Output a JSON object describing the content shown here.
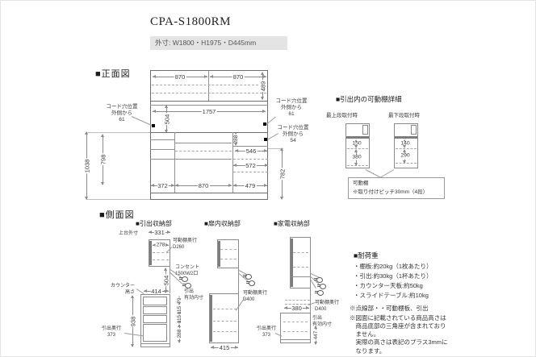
{
  "colors": {
    "line": "#8a8a8a",
    "text": "#3a3a3a",
    "size_box_bg": "#e4e4e4"
  },
  "header": {
    "title": "CPA-S1800RM",
    "outer_size": "外寸: W1800・H1975・D445mm"
  },
  "front": {
    "section_title": "■正面図",
    "dim_870_left": "870",
    "dim_870_right": "870",
    "dim_489": "489",
    "dim_1757": "1757",
    "cord_left": "コード穴位置\n外側から\n61",
    "cord_right_top": "コード穴位置\n外側から\n61",
    "cord_right_bottom": "コード穴位置\n外側から\n54",
    "dim_1038": "1038",
    "dim_504": "504",
    "dim_798": "798",
    "dim_288": "288",
    "dim_546": "546",
    "dim_572": "572",
    "dim_782": "782",
    "dim_372": "372",
    "dim_870_bottom": "870",
    "dim_479": "479"
  },
  "shelf_detail": {
    "section_title": "■引出内の可動棚詳細",
    "label_top_mount": "最上段取付時",
    "label_bottom_mount": "最下段取付時",
    "dim_150": "150",
    "dim_380": "380",
    "dim_140": "140",
    "dim_290": "290",
    "note": "可動棚\n※取り付けピッチ30mm（4段）"
  },
  "side": {
    "section_title": "■側面図",
    "drawer": {
      "title": "■引出収納部",
      "label_top_outer": "上台外寸",
      "dim_331": "331",
      "dim_278": "278",
      "shelf_depth": "可動棚奥行\nD260",
      "outlet": "コンセント\n1500W2口",
      "dim_504": "504",
      "counter_height": "カウンター\n高さ",
      "dim_414": "414",
      "dim_938": "938",
      "drawer_depth": "引出奥行\n373",
      "inner_label": "引出\n有効内寸",
      "inner_dims": [
        "79",
        "115",
        "115",
        "288"
      ]
    },
    "door": {
      "title": "■扉内収納部",
      "shelf_depth": "可動棚奥行\nD400",
      "dim_415": "415"
    },
    "appliance": {
      "title": "■家電収納部",
      "dim_380": "380",
      "shelf_depth": "可動棚奥行\nD400",
      "inner_label": "引出\n有効内寸",
      "drawer_depth": "引出奥行\n373",
      "dim_447": "447"
    }
  },
  "notes": {
    "load_title": "■耐荷重",
    "load_items": [
      "・棚板:約20kg（1枚あたり）",
      "・引出:約30kg（1杯あたり）",
      "・カウンター天板:約50kg",
      "・スライドテーブル:約10kg"
    ],
    "note_dotted": "※点線部・・可動棚板、引出",
    "note_height": "※図面に記載されている商品高さは\n　商品底部の三角座が含まれており\n　ません。\n　実際の高さは表記のプラス3mmに\n　なります。"
  }
}
